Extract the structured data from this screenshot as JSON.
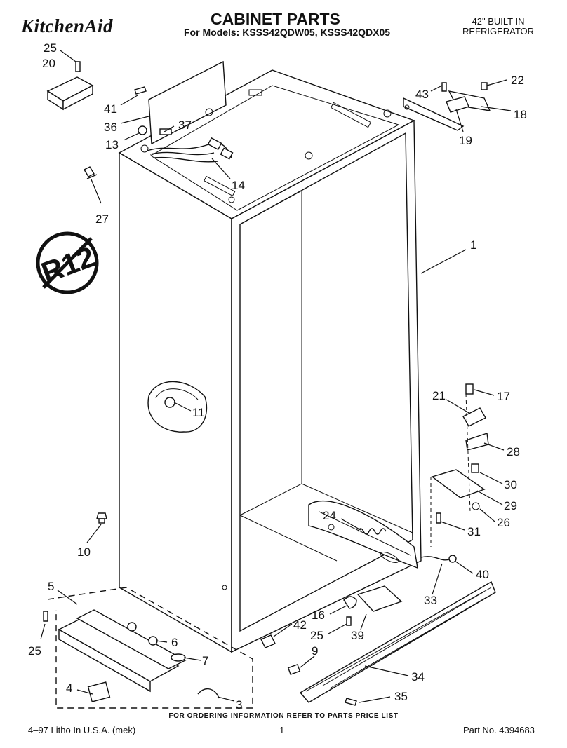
{
  "header": {
    "brand": "KitchenAid",
    "title": "CABINET PARTS",
    "subtitle": "For Models: KSSS42QDW05, KSSS42QDX05",
    "product_line1": "42\" BUILT IN",
    "product_line2": "REFRIGERATOR"
  },
  "badge": {
    "text": "R12"
  },
  "callouts": [
    "25",
    "20",
    "41",
    "36",
    "37",
    "13",
    "14",
    "27",
    "22",
    "43",
    "18",
    "19",
    "1",
    "11",
    "17",
    "21",
    "28",
    "30",
    "29",
    "26",
    "31",
    "24",
    "10",
    "40",
    "33",
    "16",
    "5",
    "42",
    "25",
    "39",
    "25",
    "6",
    "9",
    "7",
    "34",
    "4",
    "35",
    "3"
  ],
  "footer": {
    "ordering_note": "FOR ORDERING INFORMATION REFER TO PARTS PRICE LIST",
    "litho": "4–97 Litho In U.S.A. (mek)",
    "page": "1",
    "part_no": "Part No. 4394683"
  }
}
